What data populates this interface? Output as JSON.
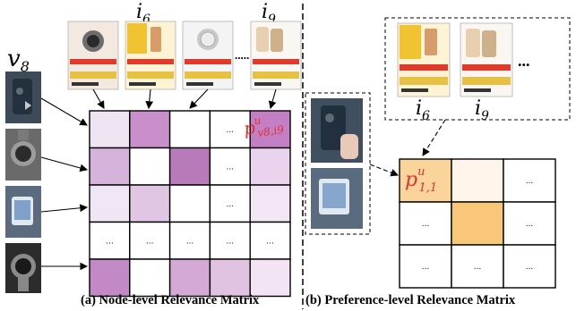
{
  "panel_a": {
    "caption": "(a) Node-level Relevance Matrix",
    "video_label": "v8",
    "video_label_base": "v",
    "video_label_sub": "8",
    "item_label_left": "i6",
    "item_label_left_base": "i",
    "item_label_left_sub": "6",
    "item_label_right": "i9",
    "item_label_right_base": "i",
    "item_label_right_sub": "9",
    "ellipsis": ".....",
    "cell_formula": "p^u_{v8,i9}",
    "cell_formula_base": "p",
    "cell_formula_sup": "u",
    "cell_formula_sub": "v8,i9",
    "dots": "...",
    "matrix": [
      [
        "#efe4f2",
        "#c98fcb",
        "#ffffff",
        "...",
        "#c37fc4"
      ],
      [
        "#d5b3db",
        "#ffffff",
        "#b97ab9",
        "...",
        "#ead3ec"
      ],
      [
        "#f1e6f3",
        "#e0c6e3",
        "#ffffff",
        "...",
        "#f2e6f4"
      ],
      [
        "...",
        "...",
        "...",
        "...",
        "..."
      ],
      [
        "#c289c6",
        "#ffffff",
        "#d4a9d5",
        "#e1c3e1",
        "#f2e4f3"
      ]
    ]
  },
  "panel_b": {
    "caption": "(b) Preference-level Relevance Matrix",
    "item_label_left": "i6",
    "item_label_left_base": "i",
    "item_label_left_sub": "6",
    "item_label_right": "i9",
    "item_label_right_base": "i",
    "item_label_right_sub": "9",
    "ellipsis": "...",
    "cell_formula": "p^u_{1,1}",
    "cell_formula_base": "p",
    "cell_formula_sup": "u",
    "cell_formula_sub": "1,1",
    "dots": "...",
    "matrix": [
      [
        "#fbd49c",
        "#fff5eb",
        "..."
      ],
      [
        "...",
        "#f8c77a",
        "..."
      ],
      [
        "...",
        "...",
        "..."
      ]
    ]
  },
  "colors": {
    "formula_red": "#e03232",
    "divider": "#000000"
  },
  "thumbnail_icons": [
    "watch-thumbnail-icon",
    "phone-thumbnail-icon",
    "watch-thumbnail-icon",
    "phone-thumbnail-icon"
  ]
}
